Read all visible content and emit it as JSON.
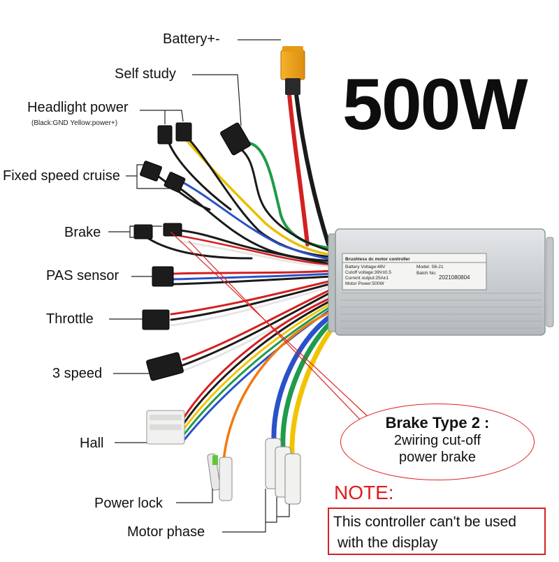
{
  "power_rating": "500W",
  "labels": {
    "battery": "Battery+-",
    "self_study": "Self study",
    "headlight": "Headlight power",
    "headlight_note": "(Black:GND Yellow:power+)",
    "cruise": "Fixed speed cruise",
    "brake": "Brake",
    "pas": "PAS sensor",
    "throttle": "Throttle",
    "three_speed": "3 speed",
    "hall": "Hall",
    "power_lock": "Power lock",
    "motor_phase": "Motor phase"
  },
  "controller_plate": {
    "title": "Brushless dc motor controller",
    "battery_voltage": "Battery Voltage:48V",
    "cutoff_voltage": "Cutoff voltage:39V±0.5",
    "current_output": "Current output:25A±1",
    "motor_power": "Motor Power:500W",
    "model": "Model: S6-21",
    "batch_no_label": "Batch No:",
    "batch_no": "2021080804"
  },
  "brake_callout": {
    "title": "Brake Type 2 :",
    "line1": "2wiring cut-off",
    "line2": "power brake"
  },
  "note": {
    "title": "NOTE:",
    "line1": "This controller can't be used",
    "line2": "with the display"
  },
  "colors": {
    "callout_red": "#d22222",
    "note_red": "#e21b1b",
    "connector_orange": "#f0a020",
    "wire_red": "#d42020",
    "wire_yellow": "#f2c400",
    "wire_green": "#1f9b4a",
    "wire_blue": "#2a52c8",
    "wire_black": "#1a1a1a",
    "controller_silver": "#cfd3d6"
  }
}
